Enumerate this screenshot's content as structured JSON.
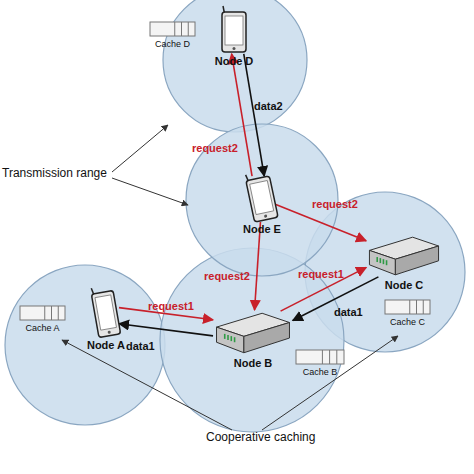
{
  "diagram": {
    "nodes": [
      {
        "text": [
          "Node D"
        ]
      },
      {
        "text": [
          "Cache D"
        ]
      },
      {
        "text": [
          "Node E"
        ]
      },
      {
        "text": [
          "Node C"
        ]
      },
      {
        "text": [
          "Cache C"
        ]
      },
      {
        "text": [
          "Node A"
        ]
      },
      {
        "text": [
          "Cache A"
        ]
      },
      {
        "text": [
          "Node B"
        ]
      },
      {
        "text": [
          "Cache B"
        ]
      }
    ],
    "edges": [
      {
        "from": 2,
        "to": 0,
        "label": "request2",
        "arrow": "to"
      },
      {
        "from": 0,
        "to": 2,
        "label": "data2",
        "arrow": "to"
      },
      {
        "from": 2,
        "to": 3,
        "label": "request2",
        "arrow": "to"
      },
      {
        "from": 2,
        "to": 7,
        "label": "request2",
        "arrow": "to"
      },
      {
        "from": 5,
        "to": 7,
        "label": "request1",
        "arrow": "to"
      },
      {
        "from": 7,
        "to": 5,
        "label": "data1",
        "arrow": "to"
      },
      {
        "from": 7,
        "to": 3,
        "label": "request1",
        "arrow": "to"
      },
      {
        "from": 3,
        "to": 7,
        "label": "data1",
        "arrow": "to"
      }
    ],
    "labels": [
      "Transmission range",
      "Cooperative caching"
    ]
  }
}
